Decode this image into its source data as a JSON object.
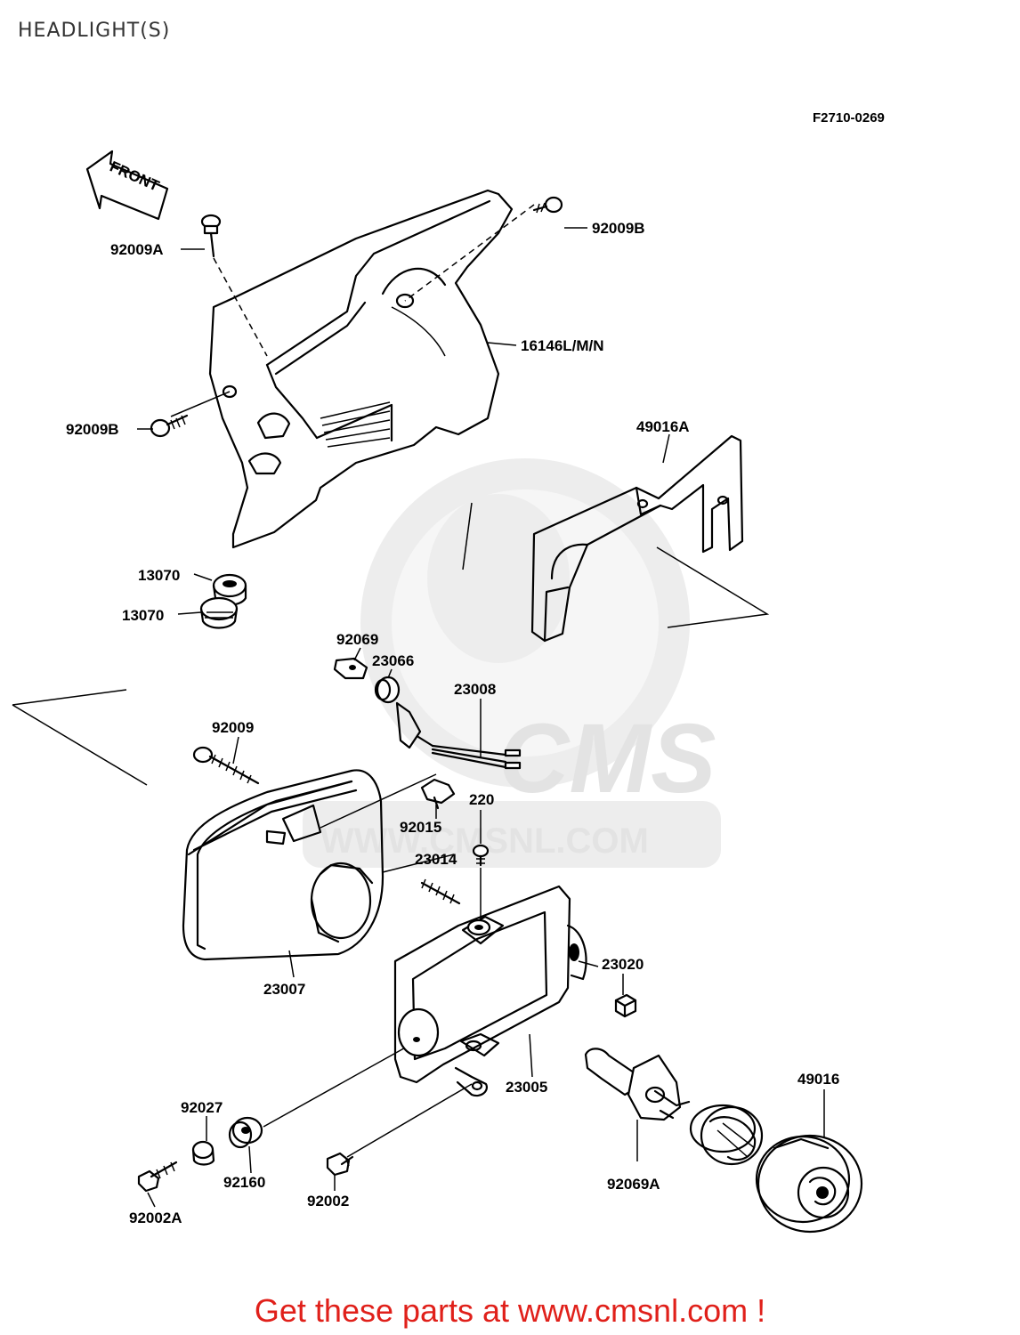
{
  "header": {
    "title": "HEADLIGHT(S)",
    "diagram_code": "F2710-0269"
  },
  "arrow": {
    "label": "FRONT"
  },
  "watermark": {
    "logo_text": "CMS",
    "url_text": "WWW.CMSNL.COM"
  },
  "parts": [
    {
      "id": "p1",
      "label": "92009A"
    },
    {
      "id": "p2",
      "label": "92009B"
    },
    {
      "id": "p3",
      "label": "16146L/M/N"
    },
    {
      "id": "p4",
      "label": "92009B"
    },
    {
      "id": "p5",
      "label": "49016A"
    },
    {
      "id": "p6",
      "label": "13070"
    },
    {
      "id": "p7",
      "label": "13070"
    },
    {
      "id": "p8",
      "label": "92069"
    },
    {
      "id": "p9",
      "label": "23066"
    },
    {
      "id": "p10",
      "label": "23008"
    },
    {
      "id": "p11",
      "label": "92009"
    },
    {
      "id": "p12",
      "label": "220"
    },
    {
      "id": "p13",
      "label": "92015"
    },
    {
      "id": "p14",
      "label": "23014"
    },
    {
      "id": "p15",
      "label": "23020"
    },
    {
      "id": "p16",
      "label": "23007"
    },
    {
      "id": "p17",
      "label": "23005"
    },
    {
      "id": "p18",
      "label": "49016"
    },
    {
      "id": "p19",
      "label": "92027"
    },
    {
      "id": "p20",
      "label": "92160"
    },
    {
      "id": "p21",
      "label": "92002"
    },
    {
      "id": "p22",
      "label": "92069A"
    },
    {
      "id": "p23",
      "label": "92002A"
    }
  ],
  "footer": {
    "text": "Get these parts at www.cmsnl.com !"
  }
}
